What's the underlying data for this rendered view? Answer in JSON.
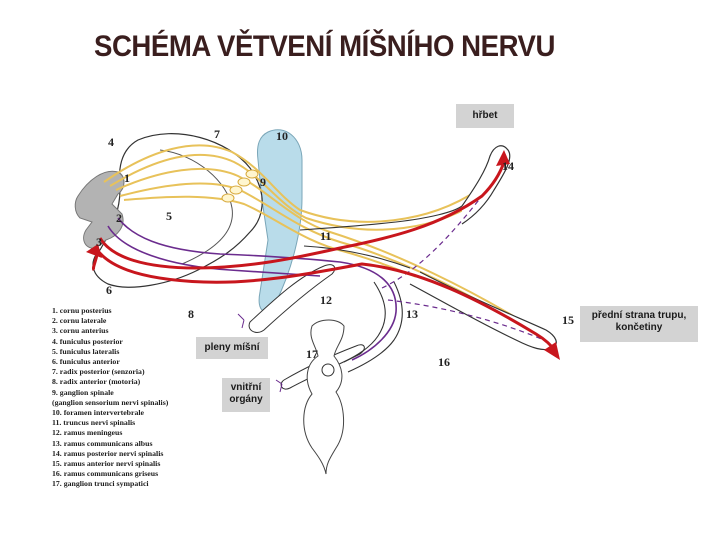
{
  "title": "SCHÉMA VĚTVENÍ MÍŠNÍHO NERVU",
  "labels": {
    "hrbet": "hřbet",
    "predni": "přední strana trupu, končetiny",
    "pleny": "pleny míšní",
    "organy": "vnitřní orgány"
  },
  "numbers": [
    "1",
    "2",
    "3",
    "4",
    "5",
    "6",
    "7",
    "8",
    "9",
    "10",
    "11",
    "12",
    "13",
    "14",
    "15",
    "16",
    "17"
  ],
  "legend": [
    "1. cornu posterius",
    "2. cornu laterale",
    "3. cornu anterius",
    "4. funiculus posterior",
    "5. funiculus lateralis",
    "6. funiculus anterior",
    "7. radix posterior (senzoria)",
    "8. radix anterior (motoria)",
    "9. ganglion spinale",
    "(ganglion sensorium nervi spinalis)",
    "10. foramen intervertebrale",
    "11. truncus nervi spinalis",
    "12. ramus meningeus",
    "13. ramus communicans albus",
    "14. ramus posterior nervi spinalis",
    "15. ramus anterior nervi spinalis",
    "16. ramus communicans griseus",
    "17. ganglion trunci sympatici"
  ],
  "colors": {
    "sensory": "#e8c25a",
    "motor": "#c8161d",
    "autonomic": "#6b2c8e",
    "foramen": "#b9dcea",
    "gray_matter": "#b3b3b3",
    "title": "#3a1e1e",
    "label_box": "#d3d3d3"
  }
}
